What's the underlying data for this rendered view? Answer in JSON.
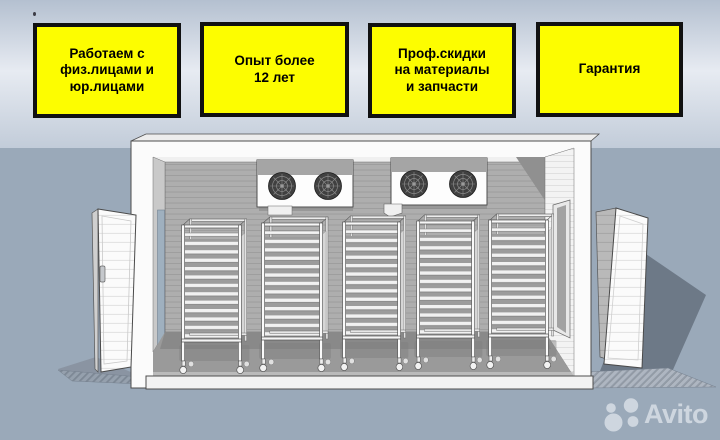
{
  "badges": [
    {
      "id": "clients",
      "label": "Работаем с\nфиз.лицами и\nюр.лицами"
    },
    {
      "id": "experience",
      "label": "Опыт более\n12 лет"
    },
    {
      "id": "discounts",
      "label": "Проф.скидки\nна материалы\nи запчасти"
    },
    {
      "id": "warranty",
      "label": "Гарантия"
    }
  ],
  "watermark": {
    "brand": "Avito",
    "logo_icon": "avito-dots-icon"
  },
  "illustration": {
    "subject": "cold storage room cutaway with bakery tray racks",
    "rack_count": 5,
    "evaporator_unit_count": 2,
    "fans_per_unit": 2,
    "open_door_count": 2
  },
  "colors": {
    "badge_bg": "#fdfd00",
    "badge_border": "#111111",
    "badge_text": "#000000",
    "sky_top": "#b4c0d0",
    "sky_light": "#e7ebf2",
    "ground": "#9aa9b9",
    "wall_gray": "#aeaeae",
    "shadow": "#6d7987",
    "watermark_tint": "#eef2f7"
  }
}
